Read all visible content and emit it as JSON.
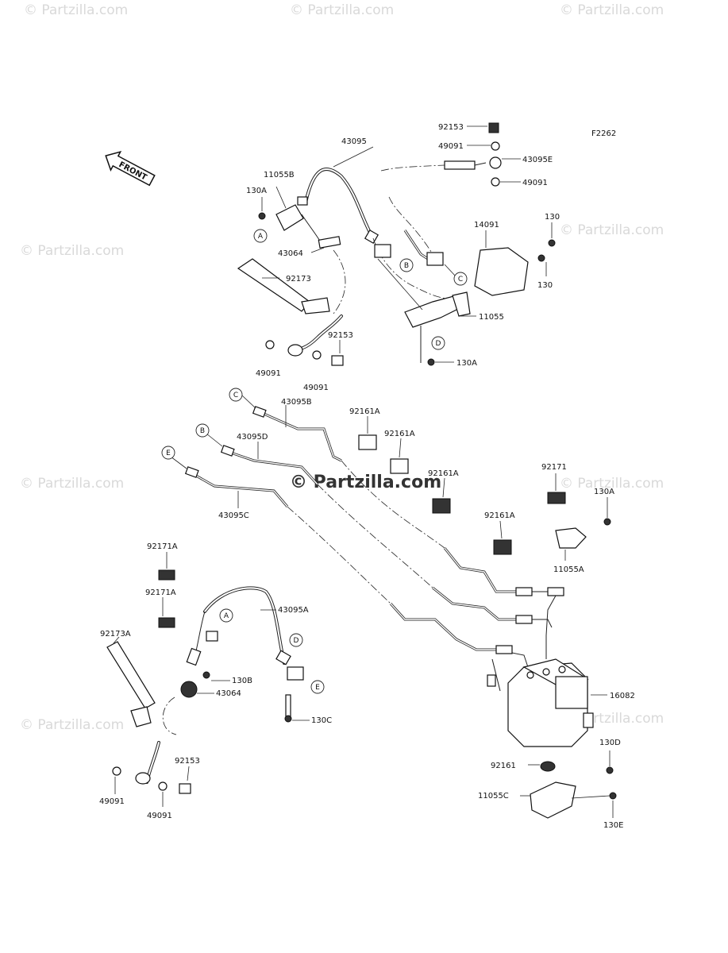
{
  "figure_code": "F2262",
  "front_arrow_text": "FRONT",
  "watermark": "© Partzilla.com",
  "watermark_center": "© Partzilla.com",
  "callouts": [
    "A",
    "B",
    "C",
    "D",
    "E"
  ],
  "labels": {
    "p43095": "43095",
    "p11055B": "11055B",
    "p130A_1": "130A",
    "p43064_1": "43064",
    "p92173": "92173",
    "p49091_1": "49091",
    "p49091_2": "49091",
    "p92153_1": "92153",
    "p92153_top": "92153",
    "p49091_top1": "49091",
    "p43095E": "43095E",
    "p49091_top2": "49091",
    "p14091": "14091",
    "p130_1": "130",
    "p130_2": "130",
    "p11055": "11055",
    "p130A_2": "130A",
    "p43095B": "43095B",
    "p92161A_1": "92161A",
    "p92161A_2": "92161A",
    "p43095D": "43095D",
    "p92161A_3": "92161A",
    "p43095C": "43095C",
    "p92171": "92171",
    "p130A_3": "130A",
    "p92161A_4": "92161A",
    "p11055A": "11055A",
    "p92171A_1": "92171A",
    "p92171A_2": "92171A",
    "p43095A": "43095A",
    "p92173A": "92173A",
    "p130B": "130B",
    "p43064_2": "43064",
    "p130C": "130C",
    "p16082": "16082",
    "p92161": "92161",
    "p130D": "130D",
    "p11055C": "11055C",
    "p130E": "130E",
    "p92153_2": "92153",
    "p49091_3": "49091",
    "p49091_4": "49091"
  }
}
